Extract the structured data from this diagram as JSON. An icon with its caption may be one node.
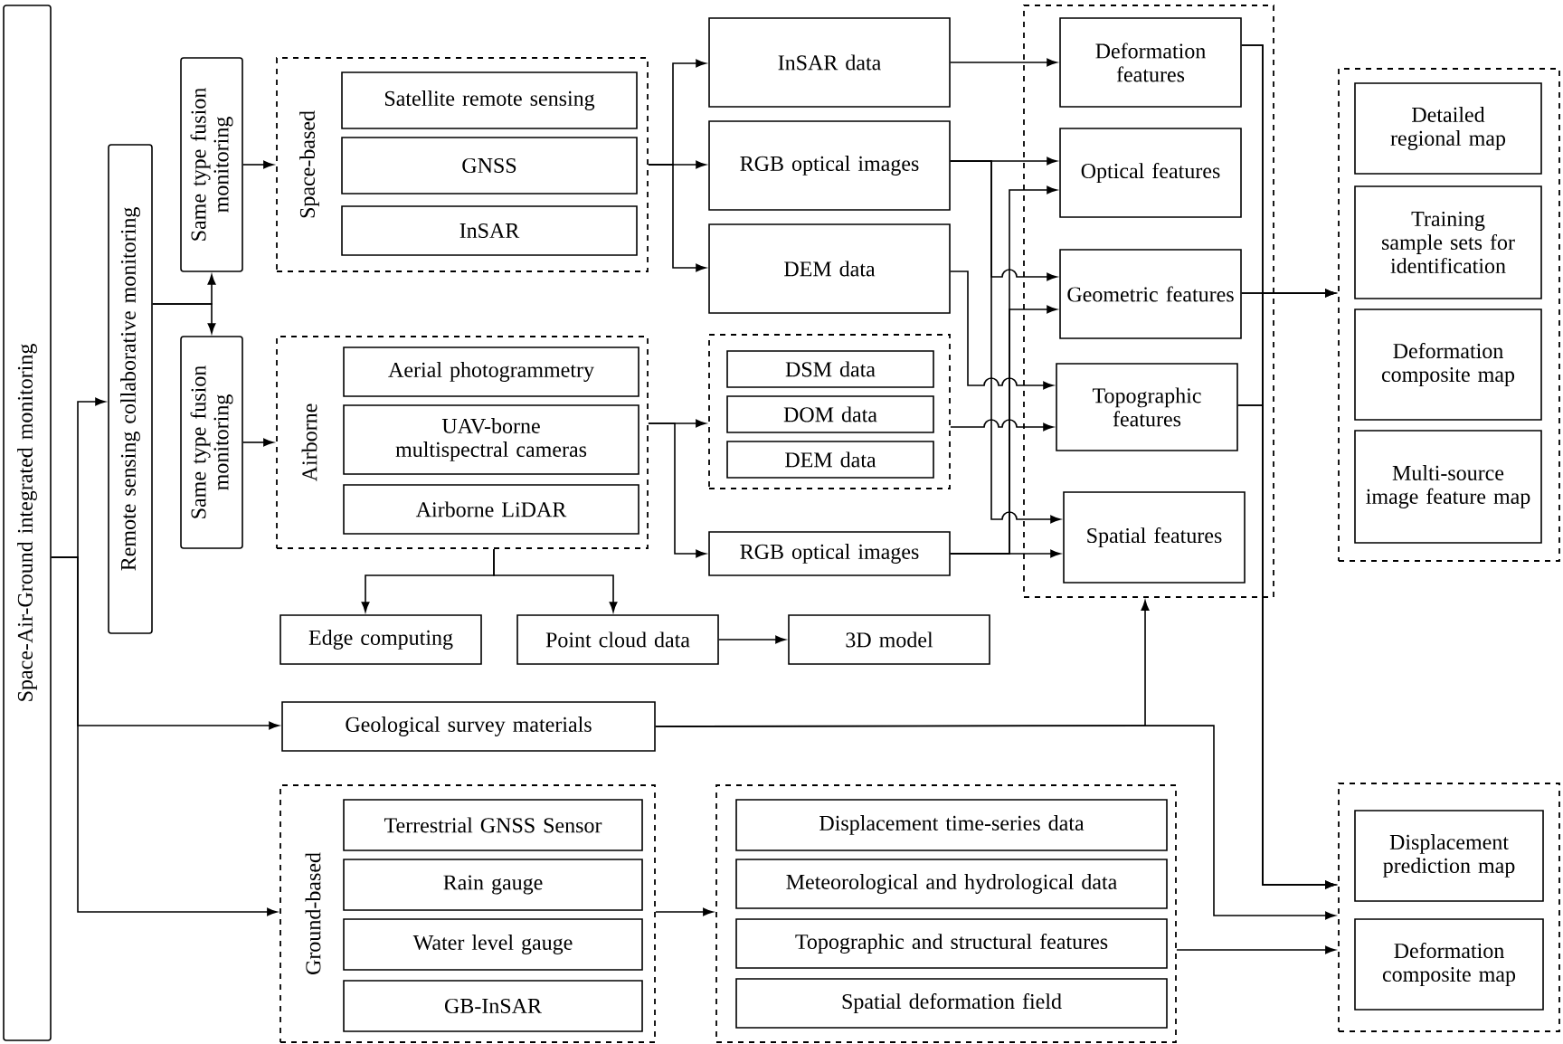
{
  "diagram": {
    "nodes": [
      {
        "text": [
          "Space-Air-Ground integrated monitoring"
        ]
      },
      {
        "text": [
          "Remote sensing collaborative monitoring"
        ]
      },
      {
        "text": [
          "Same type fusion monitoring"
        ]
      },
      {
        "text": [
          "Same type fusion monitoring"
        ]
      },
      {
        "text": [
          "Space-based"
        ]
      },
      {
        "text": [
          "Satellite remote sensing"
        ],
        "in": 4
      },
      {
        "text": [
          "GNSS"
        ],
        "in": 4
      },
      {
        "text": [
          "InSAR"
        ],
        "in": 4
      },
      {
        "text": [
          "Airborne"
        ]
      },
      {
        "text": [
          "Aerial photogrammetry"
        ],
        "in": 8
      },
      {
        "text": [
          "UAV-borne multispectral cameras"
        ],
        "in": 8
      },
      {
        "text": [
          "Airborne LiDAR"
        ],
        "in": 8
      },
      {
        "text": [
          "InSAR data"
        ]
      },
      {
        "text": [
          "RGB optical images"
        ]
      },
      {
        "text": [
          "DEM data"
        ]
      },
      {
        "text": [],
        "shape": "box"
      },
      {
        "text": [
          "DSM data"
        ],
        "in": 15
      },
      {
        "text": [
          "DOM data"
        ],
        "in": 15
      },
      {
        "text": [
          "DEM data"
        ],
        "in": 15
      },
      {
        "text": [
          "RGB optical images"
        ]
      },
      {
        "text": [],
        "shape": "box"
      },
      {
        "text": [
          "Deformation features"
        ],
        "in": 20
      },
      {
        "text": [
          "Optical features"
        ],
        "in": 20
      },
      {
        "text": [
          "Geometric features"
        ],
        "in": 20
      },
      {
        "text": [
          "Topographic features"
        ],
        "in": 20
      },
      {
        "text": [
          "Spatial features"
        ],
        "in": 20
      },
      {
        "text": [],
        "shape": "box"
      },
      {
        "text": [
          "Detailed regional map"
        ],
        "in": 26
      },
      {
        "text": [
          "Training sample sets for identification"
        ],
        "in": 26
      },
      {
        "text": [
          "Deformation composite map"
        ],
        "in": 26
      },
      {
        "text": [
          "Multi-source image feature map"
        ],
        "in": 26
      },
      {
        "text": [
          "Edge computing"
        ]
      },
      {
        "text": [
          "Point cloud data"
        ]
      },
      {
        "text": [
          "3D model"
        ]
      },
      {
        "text": [
          "Geological survey materials"
        ]
      },
      {
        "text": [
          "Ground-based"
        ]
      },
      {
        "text": [
          "Terrestrial GNSS Sensor"
        ],
        "in": 35
      },
      {
        "text": [
          "Rain gauge"
        ],
        "in": 35
      },
      {
        "text": [
          "Water level gauge"
        ],
        "in": 35
      },
      {
        "text": [
          "GB-InSAR"
        ],
        "in": 35
      },
      {
        "text": [],
        "shape": "box"
      },
      {
        "text": [
          "Displacement time-series data"
        ],
        "in": 40
      },
      {
        "text": [
          "Meteorological and hydrological data"
        ],
        "in": 40
      },
      {
        "text": [
          "Topographic and structural features"
        ],
        "in": 40
      },
      {
        "text": [
          "Spatial deformation field"
        ],
        "in": 40
      },
      {
        "text": [],
        "shape": "box"
      },
      {
        "text": [
          "Displacement prediction map"
        ],
        "in": 45
      },
      {
        "text": [
          "Deformation composite map"
        ],
        "in": 45
      }
    ],
    "edges": [
      {
        "from": 0,
        "to": 1,
        "arrow": "to"
      },
      {
        "from": 0,
        "to": 34,
        "arrow": "to"
      },
      {
        "from": 0,
        "to": 35,
        "arrow": "to"
      },
      {
        "from": 1,
        "to": 2,
        "arrow": "to"
      },
      {
        "from": 1,
        "to": 3,
        "arrow": "to"
      },
      {
        "from": 2,
        "to": 4,
        "arrow": "to"
      },
      {
        "from": 3,
        "to": 8,
        "arrow": "to"
      },
      {
        "from": 4,
        "to": 12,
        "arrow": "to"
      },
      {
        "from": 4,
        "to": 13,
        "arrow": "to"
      },
      {
        "from": 4,
        "to": 14,
        "arrow": "to"
      },
      {
        "from": 8,
        "to": 15,
        "arrow": "to"
      },
      {
        "from": 8,
        "to": 19,
        "arrow": "to"
      },
      {
        "from": 8,
        "to": 31,
        "arrow": "to"
      },
      {
        "from": 8,
        "to": 32,
        "arrow": "to"
      },
      {
        "from": 32,
        "to": 33,
        "arrow": "to"
      },
      {
        "from": 12,
        "to": 21,
        "arrow": "to"
      },
      {
        "from": 13,
        "to": 22,
        "arrow": "to"
      },
      {
        "from": 13,
        "to": 23,
        "arrow": "to"
      },
      {
        "from": 13,
        "to": 25,
        "arrow": "to"
      },
      {
        "from": 14,
        "to": 24,
        "arrow": "to"
      },
      {
        "from": 15,
        "to": 24,
        "arrow": "to"
      },
      {
        "from": 19,
        "to": 22,
        "arrow": "to"
      },
      {
        "from": 19,
        "to": 23,
        "arrow": "to"
      },
      {
        "from": 19,
        "to": 25,
        "arrow": "to"
      },
      {
        "from": 21,
        "to": 26,
        "arrow": "to"
      },
      {
        "from": 23,
        "to": 26,
        "arrow": "to"
      },
      {
        "from": 24,
        "to": 26,
        "arrow": "to"
      },
      {
        "from": 21,
        "to": 45,
        "arrow": "to"
      },
      {
        "from": 23,
        "to": 45,
        "arrow": "to"
      },
      {
        "from": 24,
        "to": 45,
        "arrow": "to"
      },
      {
        "from": 34,
        "to": 20,
        "arrow": "to"
      },
      {
        "from": 34,
        "to": 45,
        "arrow": "to"
      },
      {
        "from": 35,
        "to": 40,
        "arrow": "to"
      },
      {
        "from": 40,
        "to": 45,
        "arrow": "to"
      }
    ]
  }
}
